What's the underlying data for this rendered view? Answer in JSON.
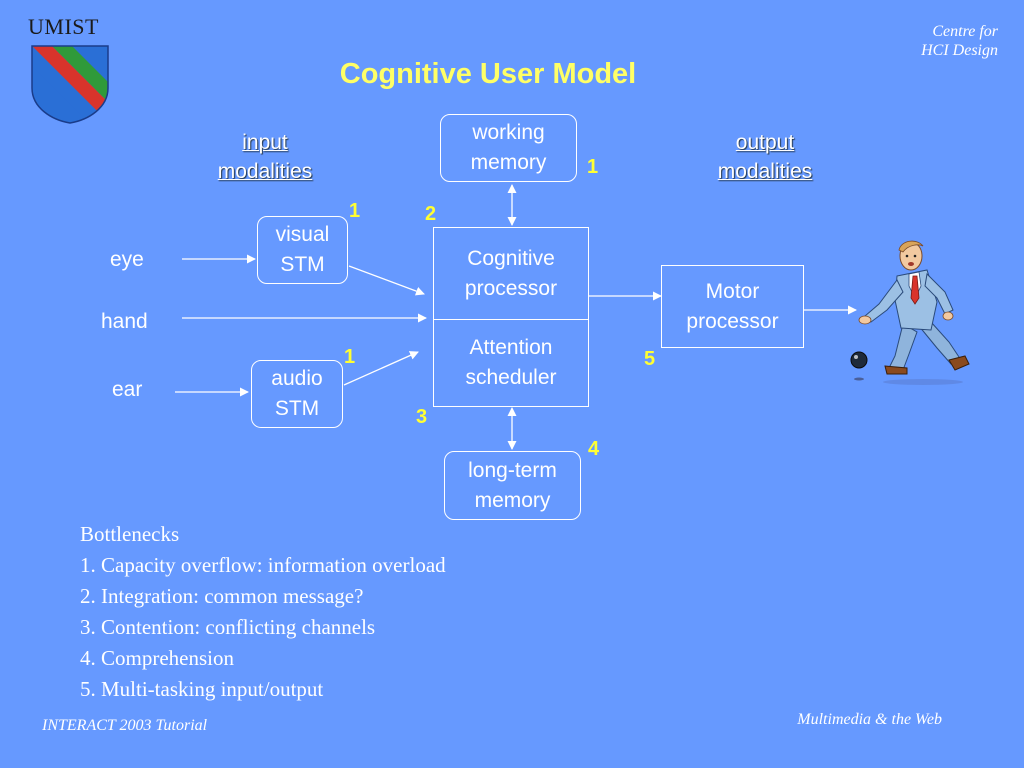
{
  "header": {
    "logo_text": "UMIST",
    "centre_line1": "Centre for",
    "centre_line2": "HCI Design",
    "title": "Cognitive User Model"
  },
  "headings": {
    "input_line1": "input",
    "input_line2": "modalities",
    "output_line1": "output",
    "output_line2": "modalities"
  },
  "inputs": {
    "eye": "eye",
    "hand": "hand",
    "ear": "ear"
  },
  "boxes": {
    "working_memory": [
      "working",
      "memory"
    ],
    "visual_stm": [
      "visual",
      "STM"
    ],
    "audio_stm": [
      "audio",
      "STM"
    ],
    "cognitive_processor": [
      "Cognitive",
      "processor"
    ],
    "attention_scheduler": [
      "Attention",
      "scheduler"
    ],
    "long_term_memory": [
      "long-term",
      "memory"
    ],
    "motor_processor": [
      "Motor",
      "processor"
    ]
  },
  "numbers": {
    "working_memory": "1",
    "visual_stm": "1",
    "audio_stm": "1",
    "cognitive": "2",
    "attention": "3",
    "long_term": "4",
    "motor": "5"
  },
  "bottlenecks": {
    "title": "Bottlenecks",
    "items": [
      "1. Capacity overflow: information overload",
      "2. Integration: common message?",
      "3. Contention: conflicting channels",
      "4. Comprehension",
      "5. Multi-tasking input/output"
    ]
  },
  "footer": {
    "left": "INTERACT 2003 Tutorial",
    "right": "Multimedia & the Web"
  },
  "colors": {
    "background": "#6699ff",
    "title": "#ffff66",
    "numbers": "#ffff33",
    "lines": "#ffffff"
  }
}
